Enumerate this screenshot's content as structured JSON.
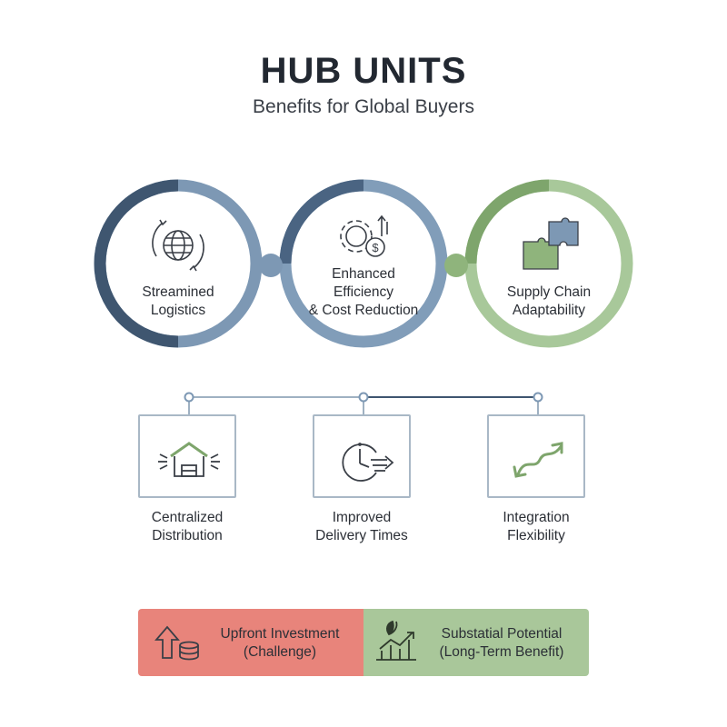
{
  "header": {
    "title": "HUB UNITS",
    "subtitle": "Benefits for Global Buyers"
  },
  "rings": [
    {
      "line1": "Streamined",
      "line2": "Logistics",
      "icon": "globe-sync-icon",
      "color_dark": "#3f5670",
      "color_light": "#7d98b4"
    },
    {
      "line1": "Enhanced",
      "line2": "Efficiency",
      "line3": "& Cost Reduction",
      "icon": "gear-dollar-icon",
      "color_dark": "#4a6482",
      "color_light": "#819db9"
    },
    {
      "line1": "Supply Chain",
      "line2": "Adaptability",
      "icon": "puzzle-icon",
      "color_dark": "#7ea56c",
      "color_light": "#a8c89a"
    }
  ],
  "cards": [
    {
      "line1": "Centralized",
      "line2": "Distribution",
      "icon": "warehouse-icon"
    },
    {
      "line1": "Improved",
      "line2": "Delivery Times",
      "icon": "clock-fast-icon"
    },
    {
      "line1": "Integration",
      "line2": "Flexibility",
      "icon": "flex-arrows-icon"
    }
  ],
  "banner": {
    "left": {
      "line1": "Upfront Investment",
      "line2": "(Challenge)",
      "icon": "investment-icon",
      "color": "#e8847b"
    },
    "right": {
      "line1": "Substatial Potential",
      "line2": "(Long-Term Benefit)",
      "icon": "growth-chart-icon",
      "color": "#a9c79a"
    }
  },
  "colors": {
    "navy": "#3f5670",
    "steel": "#7d98b4",
    "green": "#8fb47c",
    "red": "#e8847b"
  }
}
